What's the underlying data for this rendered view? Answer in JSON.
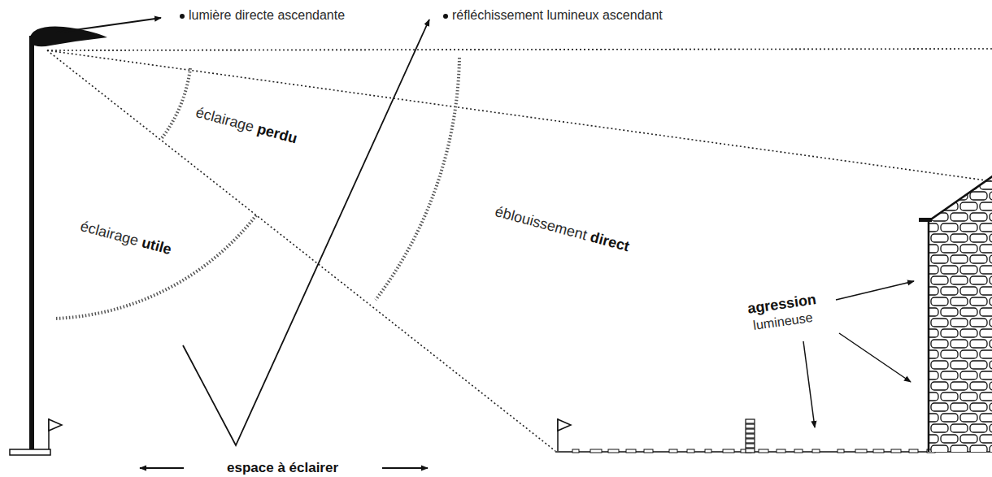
{
  "diagram": {
    "labels": [
      "lumière directe ascendante",
      "réfléchissement lumineux ascendant",
      "éclairage perdu",
      "éclairage utile",
      "éblouissement direct",
      "agression lumineuse",
      "espace à éclairer"
    ]
  }
}
